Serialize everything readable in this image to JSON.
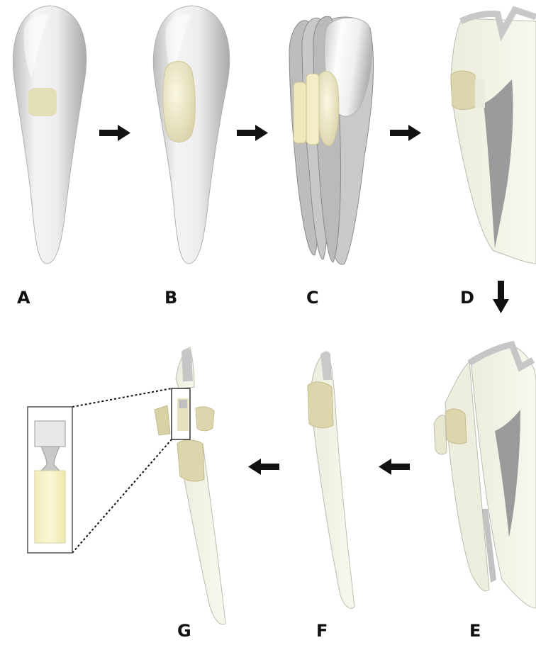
{
  "labels": {
    "a": "A",
    "b": "B",
    "c": "C",
    "d": "D",
    "e": "E",
    "f": "F",
    "g": "G"
  },
  "colors": {
    "tooth_light": "#fbfbfb",
    "tooth_mid": "#d8d8d8",
    "tooth_shadow": "#a7a7a7",
    "restoration": "#f3efd2",
    "cavity": "#e3dfb2",
    "section_fill": "#f1f1e6",
    "enamel_gray": "#c7c7c7",
    "pulp_gray": "#989898",
    "arrow": "#111111",
    "inset_yellow": "#f7f3c6"
  },
  "icons": {
    "step_arrow": "arrow-right-icon",
    "turn_arrow": "arrow-down-icon",
    "back_arrow": "arrow-left-icon"
  }
}
